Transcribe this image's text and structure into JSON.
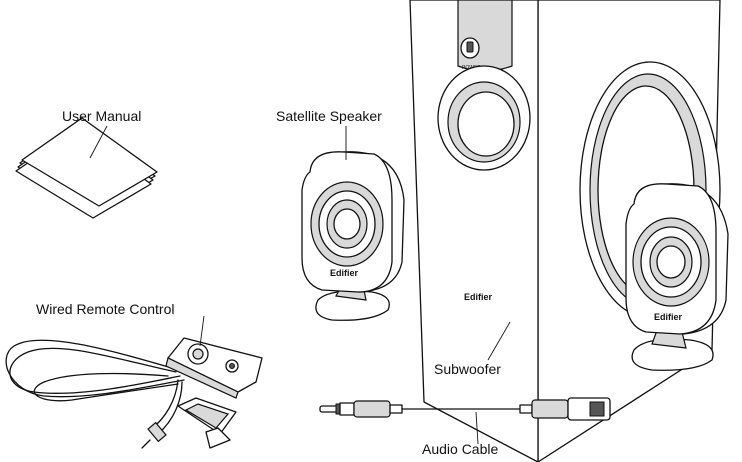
{
  "labels": {
    "user_manual": "User Manual",
    "satellite_speaker": "Satellite Speaker",
    "wired_remote_control": "Wired Remote Control",
    "subwoofer": "Subwoofer",
    "audio_cable": "Audio Cable"
  },
  "printed_text": {
    "brand": "Edifier",
    "power": "POWER"
  }
}
